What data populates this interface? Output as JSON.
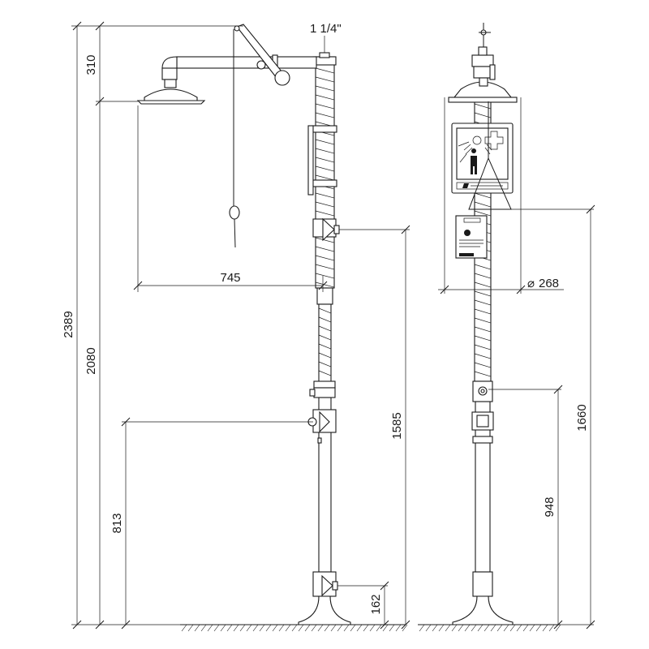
{
  "drawing": {
    "pipe_size_label": "1 1/4\"",
    "side_view": {
      "dim_total_height": "2389",
      "dim_shower_head_height": "2080",
      "dim_arm_offset": "310",
      "dim_reach": "745",
      "dim_hand_valve_height": "1585",
      "dim_eyewash_height": "813",
      "dim_base_inlet_height": "162"
    },
    "front_view": {
      "dim_head_diameter": "268",
      "diameter_symbol": "⌀",
      "dim_pull_triangle_height": "1660",
      "dim_valve_height": "948"
    }
  }
}
